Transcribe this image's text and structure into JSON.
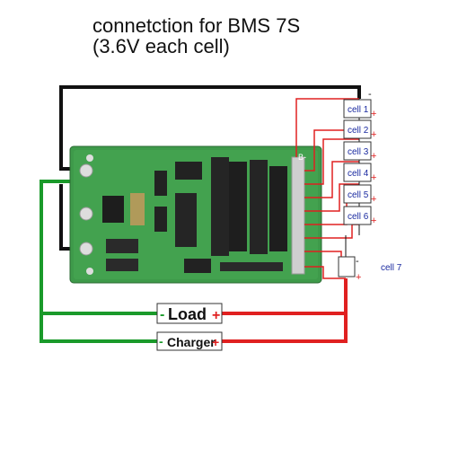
{
  "title": {
    "line1": "connetction for BMS 7S",
    "line2": "(3.6V each cell)"
  },
  "cells": [
    {
      "label": "cell 1"
    },
    {
      "label": "cell 2"
    },
    {
      "label": "cell 3"
    },
    {
      "label": "cell 4"
    },
    {
      "label": "cell 5"
    },
    {
      "label": "cell 6"
    }
  ],
  "cell7": {
    "label": "cell 7"
  },
  "board": {
    "connector_label": "B-"
  },
  "load": {
    "label": "Load",
    "minus": "-",
    "plus": "+"
  },
  "charger": {
    "label": "Charger",
    "minus": "-",
    "plus": "+"
  },
  "colors": {
    "board_green": "#3e9a4a",
    "positive_wire": "#e02020",
    "negative_wire": "#1a9a2a",
    "black_wire": "#111111",
    "cell_text": "#1a2aa0"
  }
}
